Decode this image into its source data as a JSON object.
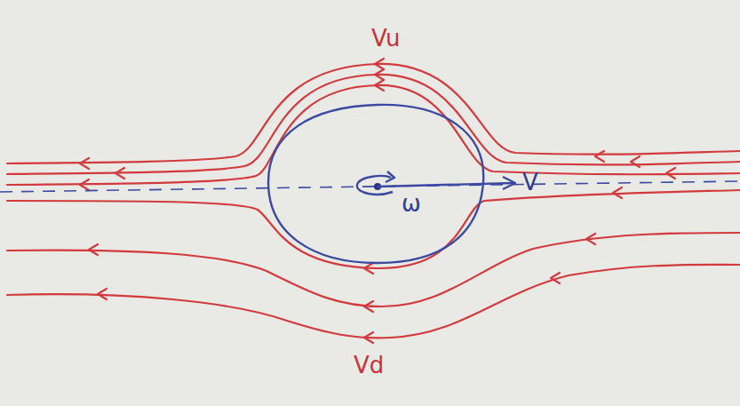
{
  "diagram": {
    "labels": [
      "Vu",
      "ω",
      "V",
      "Vd"
    ]
  }
}
